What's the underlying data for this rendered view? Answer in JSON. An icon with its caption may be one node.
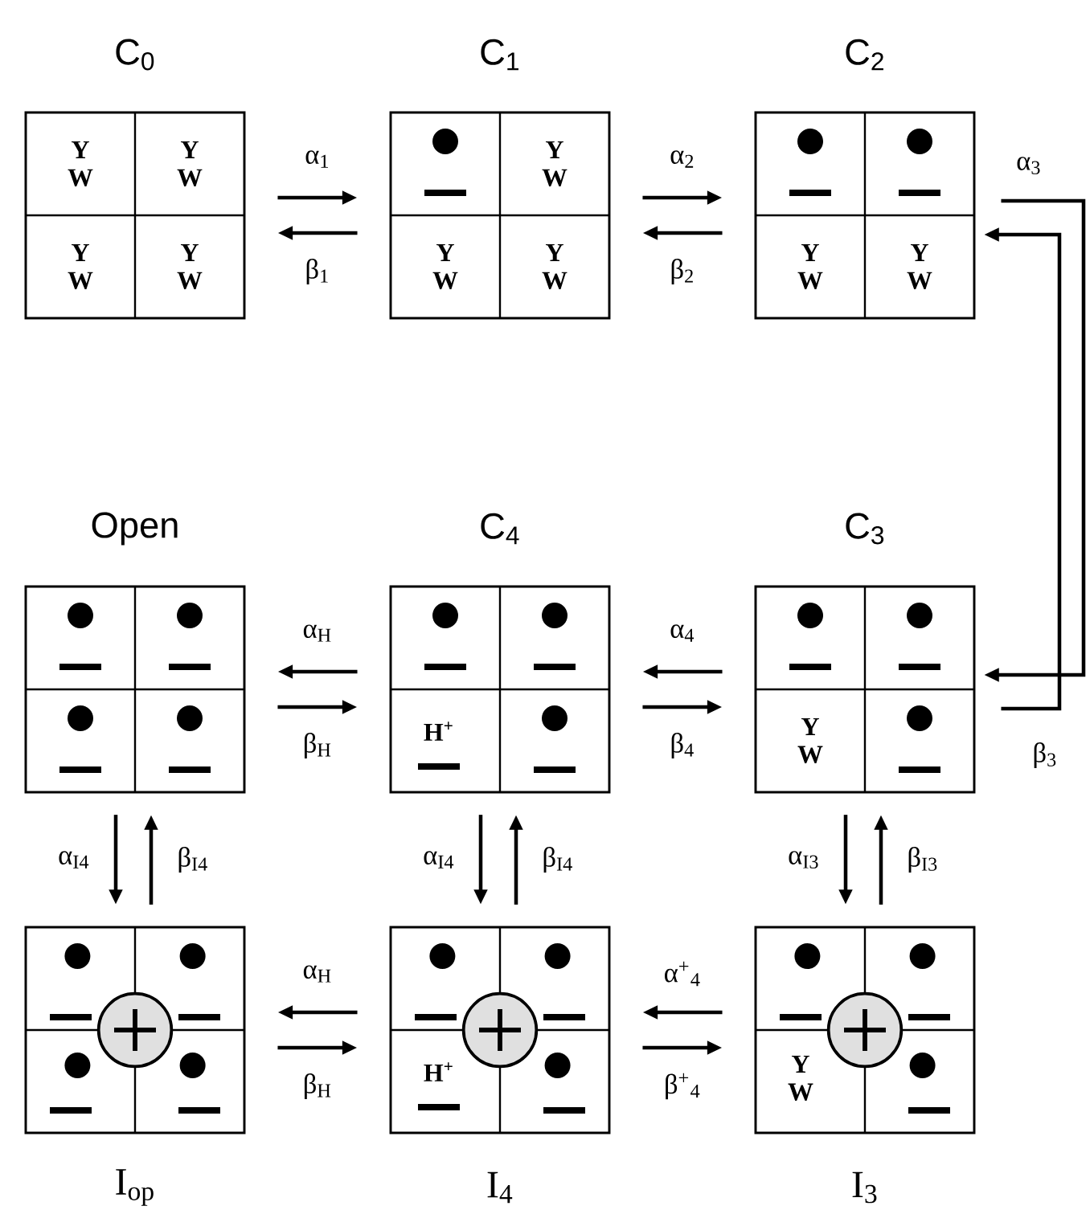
{
  "diagram": {
    "nodes": [
      {
        "text": [
          "C$_{0}$",
          "Y W",
          "Y W",
          "Y W",
          "Y W"
        ]
      },
      {
        "text": [
          "C$_{1}$",
          "Y W",
          "Y W",
          "Y W"
        ]
      },
      {
        "text": [
          "C$_{2}$",
          "Y W",
          "Y W"
        ]
      },
      {
        "text": [
          "Open"
        ]
      },
      {
        "text": [
          "C$_{4}$",
          "H$^{+}$"
        ]
      },
      {
        "text": [
          "C$_{3}$",
          "Y W"
        ]
      },
      {
        "text": [
          "I$_{op}$"
        ]
      },
      {
        "text": [
          "I$_{4}$",
          "H$^{+}$"
        ]
      },
      {
        "text": [
          "I$_{3}$",
          "Y W"
        ]
      }
    ],
    "edges": [
      {
        "from": 0,
        "to": 1,
        "arrow": "to",
        "label": "α$_{1}$"
      },
      {
        "from": 1,
        "to": 0,
        "arrow": "to",
        "label": "β$_{1}$"
      },
      {
        "from": 1,
        "to": 2,
        "arrow": "to",
        "label": "α$_{2}$"
      },
      {
        "from": 2,
        "to": 1,
        "arrow": "to",
        "label": "β$_{2}$"
      },
      {
        "from": 2,
        "to": 5,
        "arrow": "to",
        "label": "α$_{3}$"
      },
      {
        "from": 5,
        "to": 2,
        "arrow": "to",
        "label": "β$_{3}$"
      },
      {
        "from": 4,
        "to": 3,
        "arrow": "to",
        "label": "α$_{H}$"
      },
      {
        "from": 3,
        "to": 4,
        "arrow": "to",
        "label": "β$_{H}$"
      },
      {
        "from": 5,
        "to": 4,
        "arrow": "to",
        "label": "α$_{4}$"
      },
      {
        "from": 4,
        "to": 5,
        "arrow": "to",
        "label": "β$_{4}$"
      },
      {
        "from": 3,
        "to": 6,
        "arrow": "to",
        "label": "α$_{I4}$"
      },
      {
        "from": 6,
        "to": 3,
        "arrow": "to",
        "label": "β$_{I4}$"
      },
      {
        "from": 4,
        "to": 7,
        "arrow": "to",
        "label": "α$_{I4}$"
      },
      {
        "from": 7,
        "to": 4,
        "arrow": "to",
        "label": "β$_{I4}$"
      },
      {
        "from": 5,
        "to": 8,
        "arrow": "to",
        "label": "α$_{I3}$"
      },
      {
        "from": 8,
        "to": 5,
        "arrow": "to",
        "label": "β$_{I3}$"
      },
      {
        "from": 7,
        "to": 6,
        "arrow": "to",
        "label": "α$_{H}$"
      },
      {
        "from": 6,
        "to": 7,
        "arrow": "to",
        "label": "β$_{H}$"
      },
      {
        "from": 8,
        "to": 7,
        "arrow": "to",
        "label": "α$^{+}$$_{4}$"
      },
      {
        "from": 7,
        "to": 8,
        "arrow": "to",
        "label": "β$^{+}$$_{4}$"
      }
    ]
  }
}
